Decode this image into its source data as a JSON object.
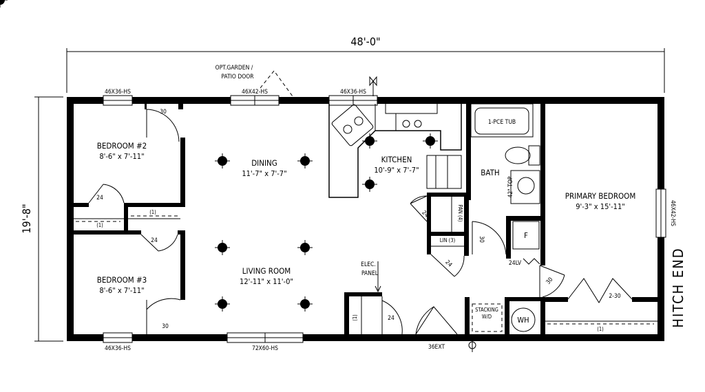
{
  "plan": {
    "overall_width": "48'-0\"",
    "overall_depth": "19'-8\"",
    "hitch_end": "HITCH END",
    "rooms": {
      "bedroom2": {
        "name": "BEDROOM #2",
        "size": "8'-6\" x 7'-11\""
      },
      "bedroom3": {
        "name": "BEDROOM #3",
        "size": "8'-6\" x 7'-11\""
      },
      "dining": {
        "name": "DINING",
        "size": "11'-7\" x 7'-7\""
      },
      "living": {
        "name": "LIVING ROOM",
        "size": "12'-11\" x 11'-0\""
      },
      "kitchen": {
        "name": "KITCHEN",
        "size": "10'-9\" x 7'-7\""
      },
      "bath": {
        "name": "BATH"
      },
      "primary": {
        "name": "PRIMARY BEDROOM",
        "size": "9'-3\" x 15'-11\""
      }
    },
    "windows": {
      "w1": "46X36-HS",
      "w2": "46X42-HS",
      "w3": "46X36-HS",
      "w4": "46X36-HS",
      "w5": "72X60-HS",
      "w6": "46X42-HS"
    },
    "notes": {
      "garden_door_1": "OPT.GARDEN /",
      "garden_door_2": "PATIO DOOR",
      "elec_1": "ELEC.",
      "elec_2": "PANEL",
      "tub": "1-PCE TUB",
      "vanity_top": "42\" TOP",
      "furnace": "F",
      "lav": "24LV",
      "laundry_1": "STACKING",
      "laundry_2": "W/D",
      "water_heater": "WH",
      "ext_door": "36EXT",
      "bifold": "2-30",
      "linen": "LIN (3)",
      "pantry": "PAN (4)",
      "shelf": "(1)",
      "door24": "24",
      "door30": "30"
    }
  }
}
